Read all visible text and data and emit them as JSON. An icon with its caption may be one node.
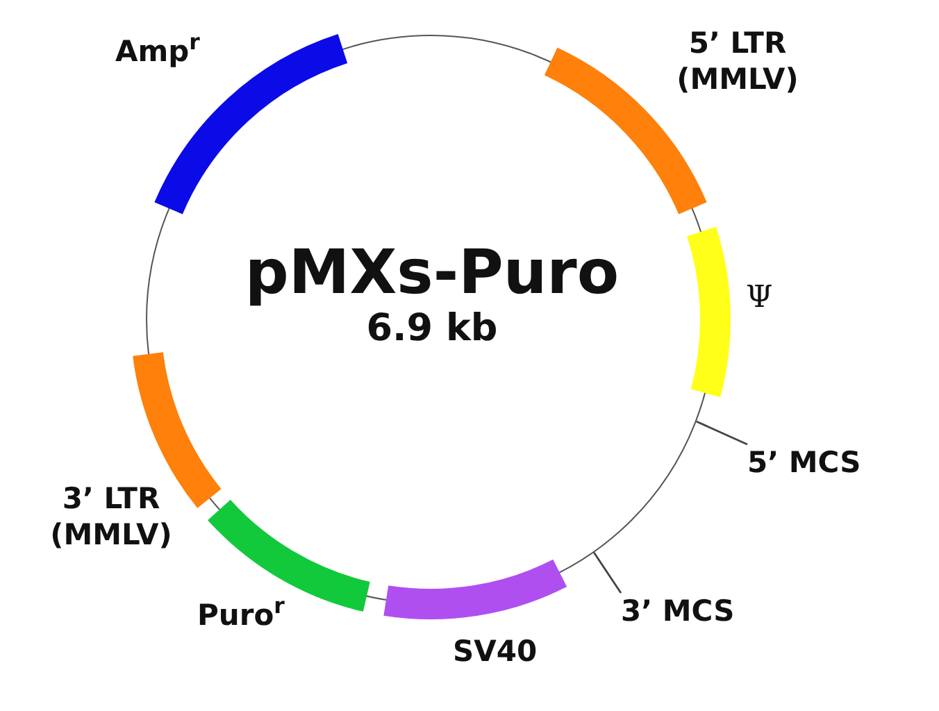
{
  "diagram": {
    "nodes": [
      {
        "text": [
          "pMXs-Puro",
          "6.9 kb"
        ]
      },
      {
        "text": [
          "Amp$^{r}$"
        ]
      },
      {
        "text": [
          "5’ LTR (MMLV)"
        ]
      },
      {
        "text": [
          "Ψ"
        ]
      },
      {
        "text": [
          "5’ MCS"
        ]
      },
      {
        "text": [
          "3’ MCS"
        ]
      },
      {
        "text": [
          "SV40"
        ]
      },
      {
        "text": [
          "Puro$^{r}$"
        ]
      },
      {
        "text": [
          "3’ LTR (MMLV)"
        ]
      }
    ],
    "edges": [
      {
        "from": 4,
        "to": 0,
        "arrow": "none"
      },
      {
        "from": 5,
        "to": 0,
        "arrow": "none"
      }
    ]
  }
}
